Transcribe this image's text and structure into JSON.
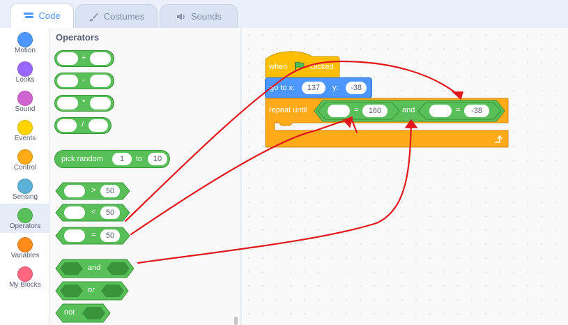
{
  "tabs": [
    {
      "label": "Code",
      "icon": "code-icon"
    },
    {
      "label": "Costumes",
      "icon": "brush-icon"
    },
    {
      "label": "Sounds",
      "icon": "speaker-icon"
    }
  ],
  "categories": [
    {
      "label": "Motion",
      "color": "#4c97ff"
    },
    {
      "label": "Looks",
      "color": "#9966ff"
    },
    {
      "label": "Sound",
      "color": "#cf63cf"
    },
    {
      "label": "Events",
      "color": "#ffd500"
    },
    {
      "label": "Control",
      "color": "#ffab19"
    },
    {
      "label": "Sensing",
      "color": "#5cb1d6"
    },
    {
      "label": "Operators",
      "color": "#59c059"
    },
    {
      "label": "Variables",
      "color": "#ff8c1a"
    },
    {
      "label": "My Blocks",
      "color": "#ff6680"
    }
  ],
  "palette": {
    "title": "Operators",
    "add": "+",
    "subtract": "-",
    "multiply": "*",
    "divide": "/",
    "random_label": "pick random",
    "random_from": "1",
    "random_to_label": "to",
    "random_to": "10",
    "gt": ">",
    "gt_value": "50",
    "lt": "<",
    "lt_value": "50",
    "eq": "=",
    "eq_value": "50",
    "and_label": "and",
    "or_label": "or",
    "not_label": "not"
  },
  "script": {
    "hat_when": "when",
    "hat_clicked": "clicked",
    "goto_label": "go to x:",
    "goto_x": "137",
    "goto_y_label": "y:",
    "goto_y": "-38",
    "repeat_label": "repeat until",
    "cond_left_op": "=",
    "cond_left_value": "160",
    "cond_and": "and",
    "cond_right_op": "=",
    "cond_right_value": "-38"
  },
  "colors": {
    "operators": "#59c059",
    "motion": "#4c97ff",
    "events": "#ffbf00",
    "control": "#ffab19",
    "annotation": "#e0181c"
  }
}
